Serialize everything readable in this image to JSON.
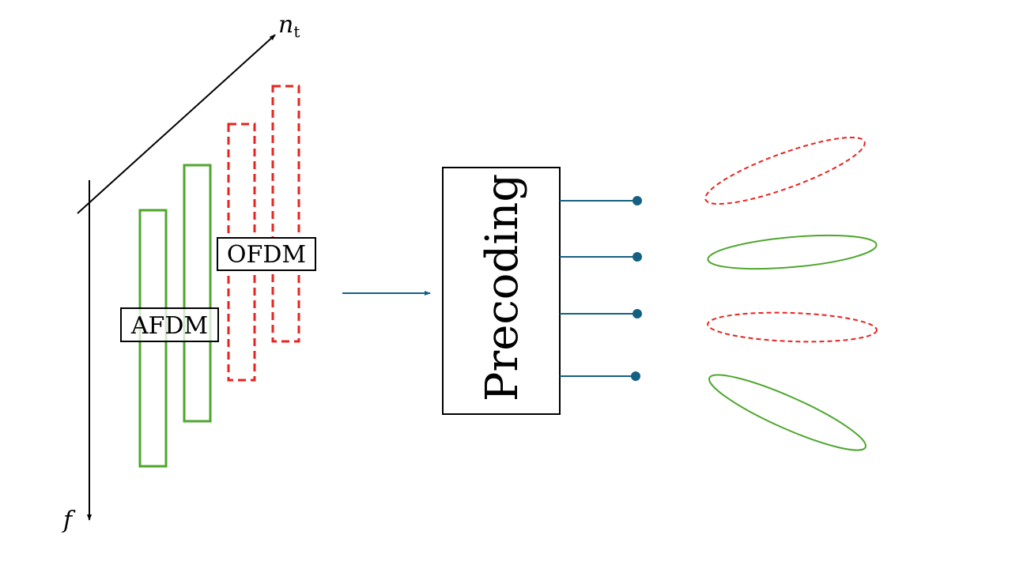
{
  "axes": {
    "nt_label_base": "n",
    "nt_label_sub": "t",
    "f_label": "f"
  },
  "labels": {
    "afdm": "AFDM",
    "ofdm": "OFDM",
    "precoding": "Precoding"
  },
  "colors": {
    "afdm": "#4ea72e",
    "ofdm": "#e8231f",
    "arrow": "#156082",
    "black": "#000000"
  }
}
